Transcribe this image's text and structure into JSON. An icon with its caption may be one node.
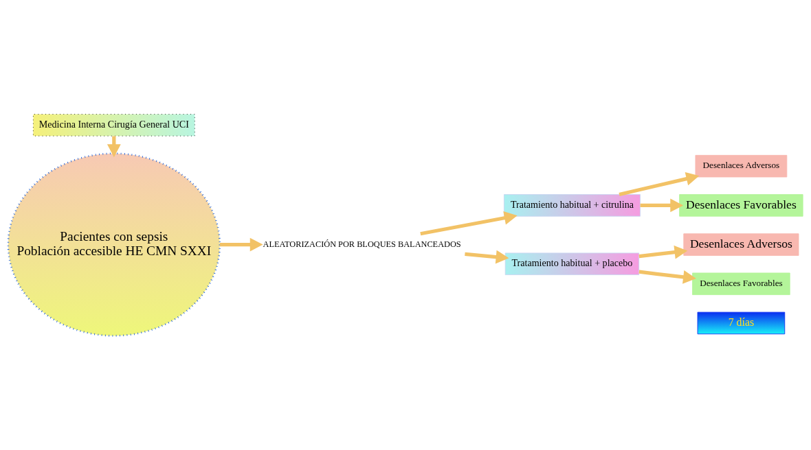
{
  "diagram": {
    "nodes": [
      {
        "text": [
          "Pacientes con sepsis",
          "Población accesible HE CMN SXXI"
        ]
      },
      {
        "text": [
          "ALEATORIZACIÓN POR BLOQUES BALANCEADOS"
        ]
      },
      {
        "text": [
          "Tratamiento habitual + citrulina"
        ]
      },
      {
        "text": [
          "Tratamiento habitual + placebo"
        ]
      },
      {
        "text": [
          "Desenlaces Adversos"
        ]
      },
      {
        "text": [
          "Desenlaces Favorables"
        ]
      },
      {
        "text": [
          "Desenlaces Adversos"
        ]
      },
      {
        "text": [
          "Desenlaces Favorables"
        ]
      },
      {
        "text": [
          "Medicina Interna Cirugía General UCI"
        ]
      },
      {
        "text": [
          "7 días"
        ]
      }
    ],
    "edges": [
      {
        "from": 0,
        "to": 1,
        "arrow": "to"
      },
      {
        "from": 1,
        "to": 2,
        "arrow": "to"
      },
      {
        "from": 1,
        "to": 3,
        "arrow": "to"
      },
      {
        "from": 2,
        "to": 4,
        "arrow": "to"
      },
      {
        "from": 2,
        "to": 5,
        "arrow": "to"
      },
      {
        "from": 3,
        "to": 6,
        "arrow": "to"
      },
      {
        "from": 3,
        "to": 7,
        "arrow": "to"
      },
      {
        "from": 8,
        "to": 0,
        "arrow": "to"
      }
    ]
  }
}
